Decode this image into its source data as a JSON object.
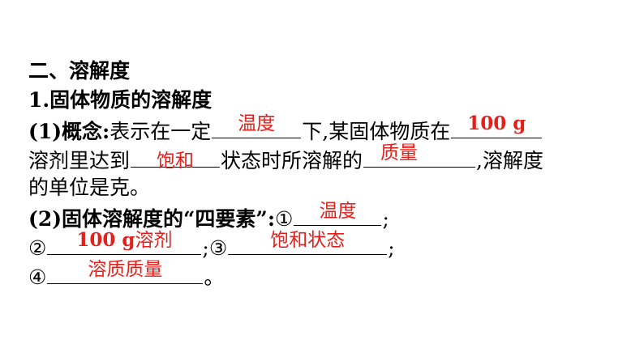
{
  "section": {
    "heading": "二、溶解度",
    "sub_heading": "1.固体物质的溶解度"
  },
  "concept": {
    "label": "(1)概念:",
    "t1": "表示在一定",
    "ans_temperature": "温度",
    "t2": "下,某固体物质在",
    "ans_amount": "100 g",
    "t3": "溶剂里达到",
    "ans_state": "饱和",
    "t4": "状态时所溶解的",
    "ans_mass": "质量",
    "t5": ",溶解度",
    "t6": "的单位是克。"
  },
  "four_elements": {
    "label": "(2)固体溶解度的“四要素”:",
    "m1": "①",
    "ans1": "温度",
    "sep1": ";",
    "m2": "②",
    "ans2_num": "100 g",
    "ans2_text": "溶剂",
    "sep2": ";",
    "m3": "③",
    "ans3": "饱和状态",
    "sep3": ";",
    "m4": "④",
    "ans4": "溶质质量",
    "end": "。"
  },
  "colors": {
    "answer": "#e3201b",
    "text": "#000000",
    "background": "#ffffff"
  }
}
